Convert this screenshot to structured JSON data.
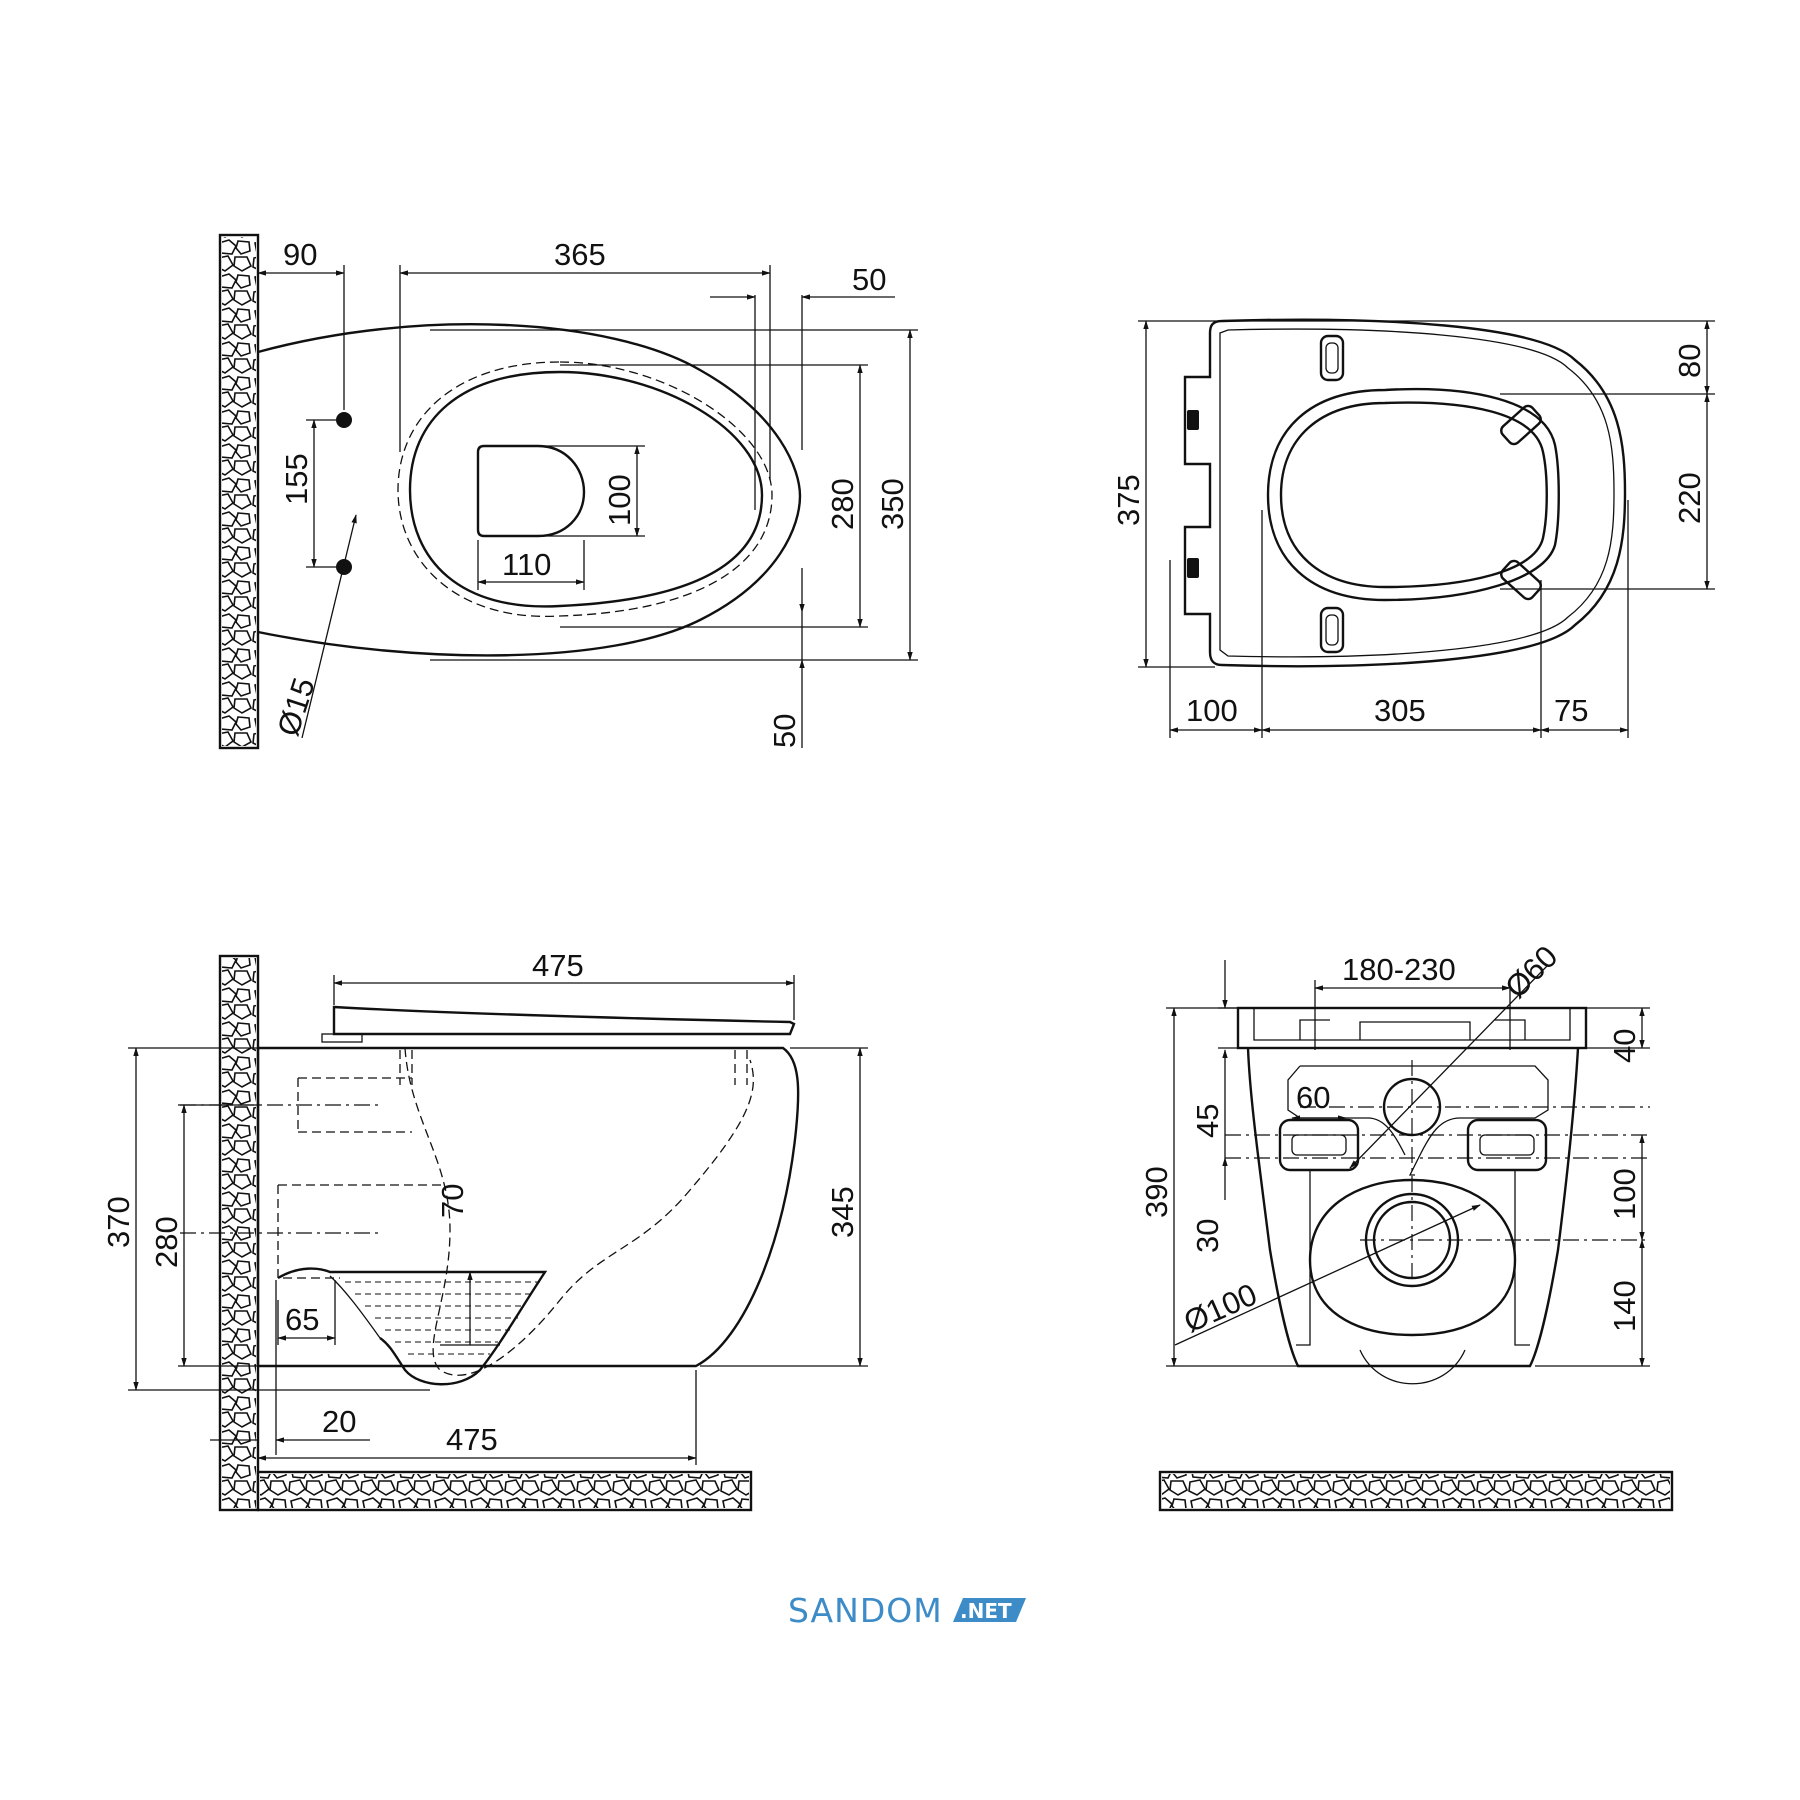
{
  "views": {
    "top": {
      "wall_offset": "90",
      "length_365": "365",
      "tip_50": "50",
      "hole_spacing": "155",
      "outlet_depth": "100",
      "outlet_width": "110",
      "rim_280": "280",
      "width_350": "350",
      "bottom_50": "50",
      "bolt_dia": "Ø15"
    },
    "seat": {
      "length_375": "375",
      "dim_80": "80",
      "dim_220": "220",
      "dim_100": "100",
      "dim_305": "305",
      "dim_75": "75"
    },
    "side": {
      "top_475": "475",
      "height_370": "370",
      "height_280": "280",
      "height_345": "345",
      "water_70": "70",
      "dim_65": "65",
      "dim_20": "20",
      "base_475": "475"
    },
    "back": {
      "range": "180-230",
      "dia_60": "Ø60",
      "w_60": "60",
      "dim_40": "40",
      "dim_45": "45",
      "height_390": "390",
      "dim_100": "100",
      "dim_30": "30",
      "dia_100": "Ø100",
      "dim_140": "140"
    }
  },
  "logo": {
    "name": "SANDOM",
    "tag": ".NET",
    "color": "#3d8cc8"
  }
}
